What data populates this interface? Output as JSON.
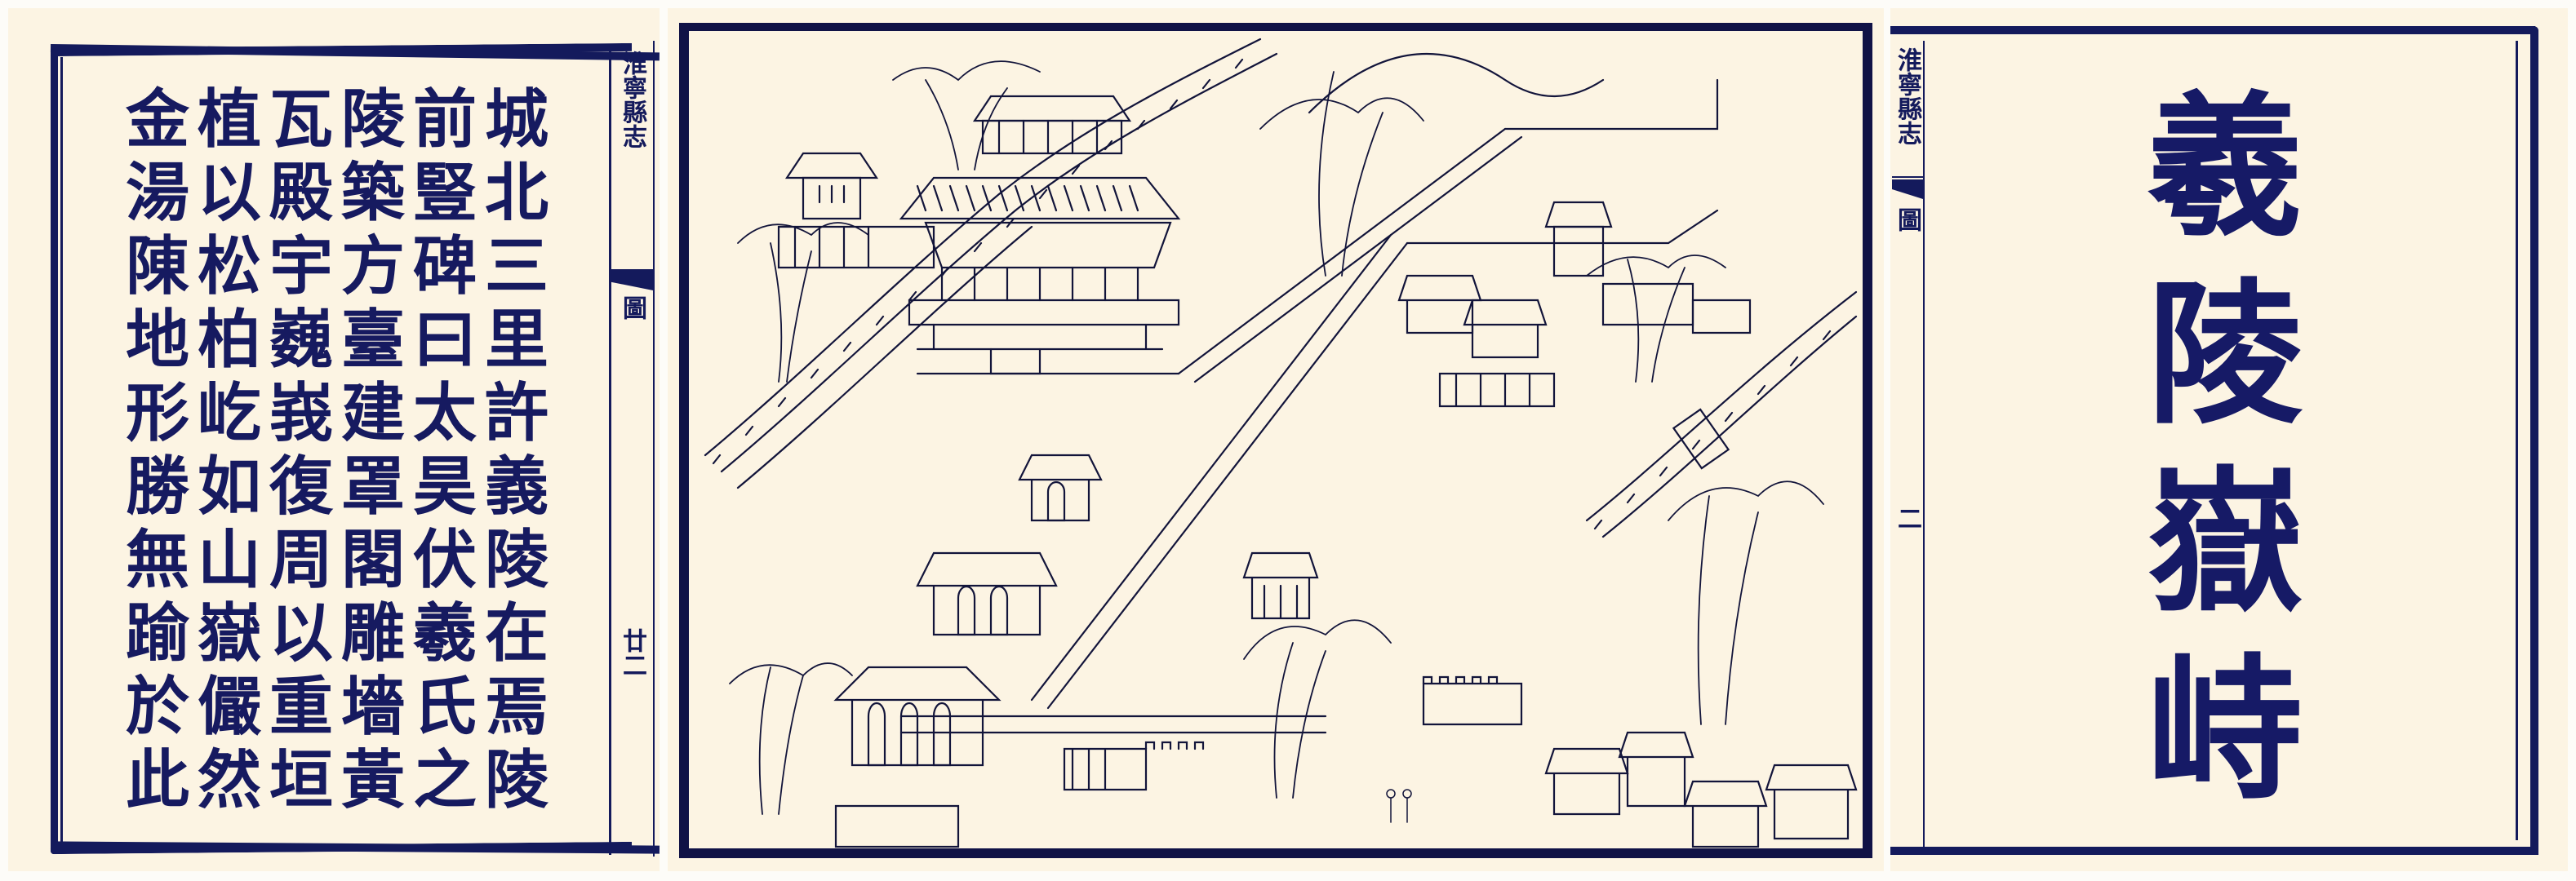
{
  "left_page": {
    "columns": [
      [
        "城",
        "北",
        "三",
        "里",
        "許",
        "義",
        "陵",
        "在",
        "焉",
        "陵"
      ],
      [
        "前",
        "豎",
        "碑",
        "曰",
        "太",
        "昊",
        "伏",
        "羲",
        "氏",
        "之"
      ],
      [
        "陵",
        "築",
        "方",
        "臺",
        "建",
        "罩",
        "閣",
        "雕",
        "墻",
        "黃"
      ],
      [
        "瓦",
        "殿",
        "宇",
        "巍",
        "峩",
        "復",
        "周",
        "以",
        "重",
        "垣"
      ],
      [
        "植",
        "以",
        "松",
        "柏",
        "屹",
        "如",
        "山",
        "嶽",
        "儼",
        "然"
      ],
      [
        "金",
        "湯",
        "陳",
        "地",
        "形",
        "勝",
        "無",
        "踰",
        "於",
        "此"
      ]
    ],
    "margin": {
      "book_title": "淮寧縣志",
      "section": "圖",
      "page_number": "廿二"
    }
  },
  "middle_page": {
    "illustration": "woodblock-print view of the Taihao Fuxi mausoleum compound: walled courtyards, halls, gate towers, pine and willow trees, a hill at the top"
  },
  "right_page": {
    "title_chars": [
      "羲",
      "陵",
      "嶽",
      "峙"
    ],
    "margin": {
      "book_title": "淮寧縣志",
      "section": "圖",
      "page_number": "二"
    }
  },
  "colors": {
    "ink": "#141a5c",
    "paper": "#fcf4e3",
    "background": "#fdfcf8"
  }
}
